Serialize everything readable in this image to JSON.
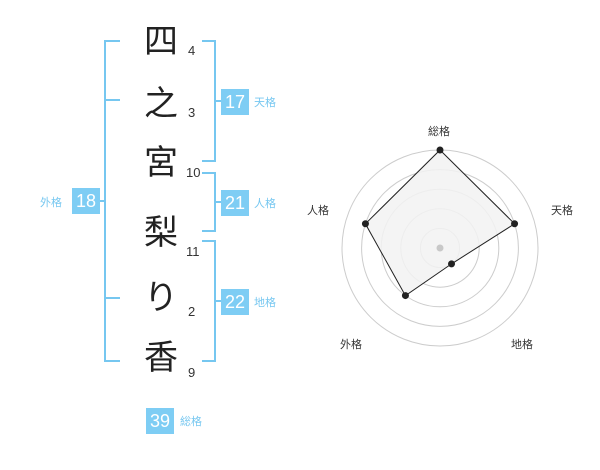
{
  "name": {
    "chars": [
      {
        "char": "四",
        "strokes": "4"
      },
      {
        "char": "之",
        "strokes": "3"
      },
      {
        "char": "宮",
        "strokes": "10"
      },
      {
        "char": "梨",
        "strokes": "11"
      },
      {
        "char": "り",
        "strokes": "2"
      },
      {
        "char": "香",
        "strokes": "9"
      }
    ]
  },
  "kakusu": {
    "tenkaku": {
      "value": "17",
      "label": "天格"
    },
    "jinkaku": {
      "value": "21",
      "label": "人格"
    },
    "chikaku": {
      "value": "22",
      "label": "地格"
    },
    "gaikaku": {
      "value": "18",
      "label": "外格"
    },
    "soukaku": {
      "value": "39",
      "label": "総格"
    }
  },
  "radar": {
    "axes": [
      "総格",
      "天格",
      "地格",
      "外格",
      "人格"
    ],
    "levels": 5,
    "values": [
      5,
      4,
      1,
      3,
      4
    ],
    "max": 5,
    "colors": {
      "fill": "#f2f2f2",
      "line": "#222222",
      "grid": "#cccccc",
      "center": "#c8c8c8"
    }
  },
  "colors": {
    "accent": "#7ecdf4"
  }
}
